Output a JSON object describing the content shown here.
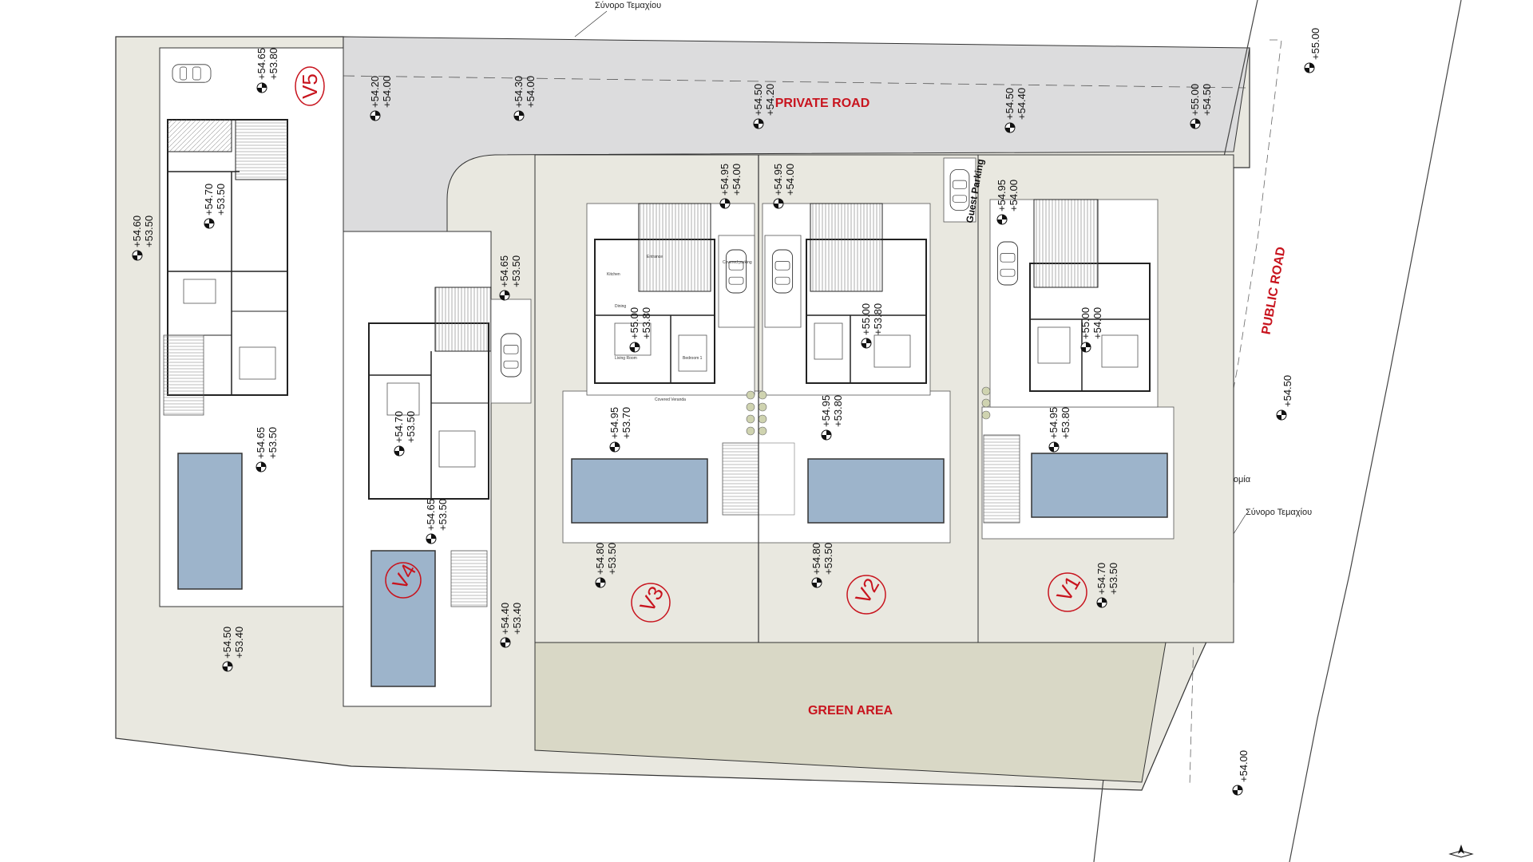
{
  "labels": {
    "private_road": "PRIVATE ROAD",
    "public_road": "PUBLIC ROAD",
    "green_area": "GREEN AREA",
    "guest_parking": "Guest Parking",
    "boundary_top": "Σύνορο Τεμαχίου",
    "boundary_right": "Σύνορο Τεμαχίου",
    "ritotomia": "Ρυμοτομία"
  },
  "villas": {
    "v1": "V1",
    "v2": "V2",
    "v3": "V3",
    "v4": "V4",
    "v5": "V5"
  },
  "room_labels": {
    "entrance": "Entrance",
    "kitchen": "Kitchen",
    "dining": "Dining",
    "living": "Living Room",
    "bedroom": "Bedroom 1",
    "veranda": "Covered Veranda",
    "parking": "Covered parking"
  },
  "levels": [
    {
      "id": "lv-v5-top",
      "top": "+54.65",
      "bottom": "+53.80"
    },
    {
      "id": "lv-v5-mid",
      "top": "+54.70",
      "bottom": "+53.50"
    },
    {
      "id": "lv-v5-pool",
      "top": "+54.65",
      "bottom": "+53.50"
    },
    {
      "id": "lv-left",
      "top": "+54.60",
      "bottom": "+53.50"
    },
    {
      "id": "lv-bottom-left",
      "top": "+54.50",
      "bottom": "+53.40"
    },
    {
      "id": "lv-road-1",
      "top": "+54.20",
      "bottom": "+54.00"
    },
    {
      "id": "lv-road-2",
      "top": "+54.30",
      "bottom": "+54.00"
    },
    {
      "id": "lv-road-3",
      "top": "+54.50",
      "bottom": "+54.20"
    },
    {
      "id": "lv-road-4",
      "top": "+54.50",
      "bottom": "+54.40"
    },
    {
      "id": "lv-road-5",
      "top": "+55.00",
      "bottom": "+54.50"
    },
    {
      "id": "lv-road-6",
      "top": "+54.95",
      "bottom": "+54.00"
    },
    {
      "id": "lv-road-7",
      "top": "+54.95",
      "bottom": "+54.00"
    },
    {
      "id": "lv-v1-top",
      "top": "+54.95",
      "bottom": "+54.00"
    },
    {
      "id": "lv-v4-park",
      "top": "+54.65",
      "bottom": "+53.50"
    },
    {
      "id": "lv-v4-in",
      "top": "+54.70",
      "bottom": "+53.50"
    },
    {
      "id": "lv-v4-pool",
      "top": "+54.65",
      "bottom": "+53.50"
    },
    {
      "id": "lv-v4-bot",
      "top": "+54.40",
      "bottom": "+53.40"
    },
    {
      "id": "lv-v3-in",
      "top": "+55.00",
      "bottom": "+53.80"
    },
    {
      "id": "lv-v3-ver",
      "top": "+54.95",
      "bottom": "+53.70"
    },
    {
      "id": "lv-v3-yard",
      "top": "+54.80",
      "bottom": "+53.50"
    },
    {
      "id": "lv-v2-in",
      "top": "+55.00",
      "bottom": "+53.80"
    },
    {
      "id": "lv-v2-ver",
      "top": "+54.95",
      "bottom": "+53.80"
    },
    {
      "id": "lv-v2-yard",
      "top": "+54.80",
      "bottom": "+53.50"
    },
    {
      "id": "lv-v1-in",
      "top": "+55.00",
      "bottom": "+54.00"
    },
    {
      "id": "lv-v1-ver",
      "top": "+54.95",
      "bottom": "+53.80"
    },
    {
      "id": "lv-v1-yard",
      "top": "+54.70",
      "bottom": "+53.50"
    }
  ],
  "single_levels": [
    {
      "id": "sl-1",
      "value": "+55.00"
    },
    {
      "id": "sl-2",
      "value": "+54.50"
    },
    {
      "id": "sl-3",
      "value": "+54.00"
    }
  ],
  "colors": {
    "road": "#dcdcdd",
    "ground": "#e9e8e0",
    "green_area": "#d9d8c6",
    "pool": "#9db4cb",
    "label_red": "#c8141e"
  }
}
